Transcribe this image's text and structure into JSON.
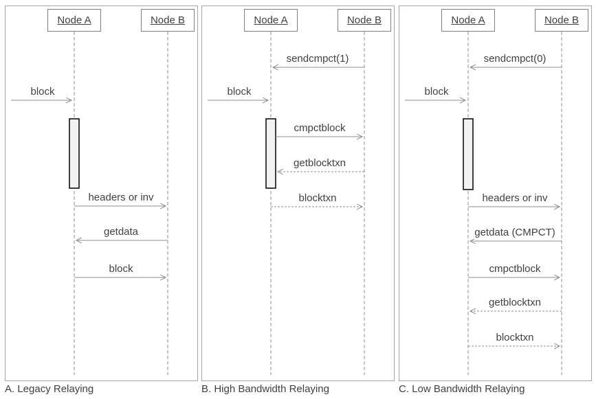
{
  "colors": {
    "panel_border": "#a6a6a6",
    "node_box_border": "#7f7f7f",
    "line": "#8c8c8c",
    "text": "#404040",
    "activation_fill": "#f2f2f2",
    "activation_border": "#000000"
  },
  "panels": [
    {
      "caption": "A. Legacy Relaying",
      "nodes": {
        "a": "Node A",
        "b": "Node B"
      },
      "messages": [
        {
          "label": "block",
          "from": "external",
          "to": "node_a",
          "style": "solid"
        },
        {
          "label": "headers or inv",
          "from": "node_a",
          "to": "node_b",
          "style": "solid"
        },
        {
          "label": "getdata",
          "from": "node_b",
          "to": "node_a",
          "style": "solid"
        },
        {
          "label": "block",
          "from": "node_a",
          "to": "node_b",
          "style": "solid"
        }
      ]
    },
    {
      "caption": "B. High Bandwidth Relaying",
      "nodes": {
        "a": "Node A",
        "b": "Node B"
      },
      "messages": [
        {
          "label": "sendcmpct(1)",
          "from": "node_b",
          "to": "node_a",
          "style": "solid"
        },
        {
          "label": "block",
          "from": "external",
          "to": "node_a",
          "style": "solid"
        },
        {
          "label": "cmpctblock",
          "from": "node_a",
          "to": "node_b",
          "style": "solid"
        },
        {
          "label": "getblocktxn",
          "from": "node_b",
          "to": "node_a",
          "style": "dashed"
        },
        {
          "label": "blocktxn",
          "from": "node_a",
          "to": "node_b",
          "style": "dashed"
        }
      ]
    },
    {
      "caption": "C. Low Bandwidth Relaying",
      "nodes": {
        "a": "Node A",
        "b": "Node B"
      },
      "messages": [
        {
          "label": "sendcmpct(0)",
          "from": "node_b",
          "to": "node_a",
          "style": "solid"
        },
        {
          "label": "block",
          "from": "external",
          "to": "node_a",
          "style": "solid"
        },
        {
          "label": "headers or inv",
          "from": "node_a",
          "to": "node_b",
          "style": "solid"
        },
        {
          "label": "getdata (CMPCT)",
          "from": "node_b",
          "to": "node_a",
          "style": "solid"
        },
        {
          "label": "cmpctblock",
          "from": "node_a",
          "to": "node_b",
          "style": "solid"
        },
        {
          "label": "getblocktxn",
          "from": "node_b",
          "to": "node_a",
          "style": "dashed"
        },
        {
          "label": "blocktxn",
          "from": "node_a",
          "to": "node_b",
          "style": "dashed"
        }
      ]
    }
  ]
}
